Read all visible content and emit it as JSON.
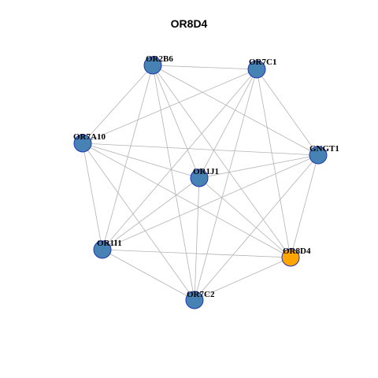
{
  "title": "OR8D4",
  "colors": {
    "node_default": "#4682b4",
    "node_highlight": "#ffa500",
    "node_border": "#1f35b4",
    "edge": "#b3b3b3"
  },
  "nodes": [
    {
      "id": "OR2B6",
      "label": "OR2B6",
      "highlight": false
    },
    {
      "id": "OR7C1",
      "label": "OR7C1",
      "highlight": false
    },
    {
      "id": "OR7A10",
      "label": "OR7A10",
      "highlight": false
    },
    {
      "id": "GNGT1",
      "label": "GNGT1",
      "highlight": false
    },
    {
      "id": "OR1J1",
      "label": "OR1J1",
      "highlight": false
    },
    {
      "id": "OR1I1",
      "label": "OR1I1",
      "highlight": false
    },
    {
      "id": "OR8D4",
      "label": "OR8D4",
      "highlight": true
    },
    {
      "id": "OR7C2",
      "label": "OR7C2",
      "highlight": false
    }
  ],
  "edges": [
    [
      "OR2B6",
      "OR7C1"
    ],
    [
      "OR2B6",
      "OR7A10"
    ],
    [
      "OR2B6",
      "GNGT1"
    ],
    [
      "OR2B6",
      "OR1J1"
    ],
    [
      "OR2B6",
      "OR1I1"
    ],
    [
      "OR2B6",
      "OR8D4"
    ],
    [
      "OR2B6",
      "OR7C2"
    ],
    [
      "OR7C1",
      "OR7A10"
    ],
    [
      "OR7C1",
      "GNGT1"
    ],
    [
      "OR7C1",
      "OR1J1"
    ],
    [
      "OR7C1",
      "OR1I1"
    ],
    [
      "OR7C1",
      "OR8D4"
    ],
    [
      "OR7C1",
      "OR7C2"
    ],
    [
      "OR7A10",
      "GNGT1"
    ],
    [
      "OR7A10",
      "OR1J1"
    ],
    [
      "OR7A10",
      "OR1I1"
    ],
    [
      "OR7A10",
      "OR8D4"
    ],
    [
      "OR7A10",
      "OR7C2"
    ],
    [
      "GNGT1",
      "OR1J1"
    ],
    [
      "GNGT1",
      "OR1I1"
    ],
    [
      "GNGT1",
      "OR8D4"
    ],
    [
      "GNGT1",
      "OR7C2"
    ],
    [
      "OR1J1",
      "OR1I1"
    ],
    [
      "OR1J1",
      "OR8D4"
    ],
    [
      "OR1J1",
      "OR7C2"
    ],
    [
      "OR1I1",
      "OR8D4"
    ],
    [
      "OR1I1",
      "OR7C2"
    ],
    [
      "OR8D4",
      "OR7C2"
    ]
  ]
}
